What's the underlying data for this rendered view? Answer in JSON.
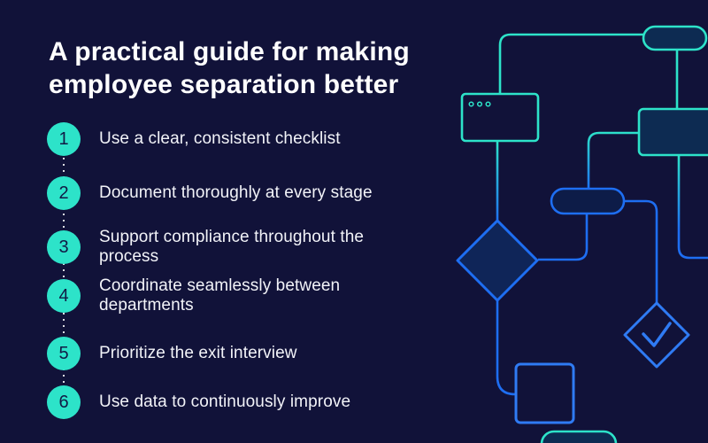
{
  "title": "A practical guide for making employee separation better",
  "steps": [
    {
      "number": "1",
      "text": "Use a clear, consistent checklist"
    },
    {
      "number": "2",
      "text": "Document thoroughly at every stage"
    },
    {
      "number": "3",
      "text": "Support compliance throughout the process"
    },
    {
      "number": "4",
      "text": "Coordinate seamlessly between departments"
    },
    {
      "number": "5",
      "text": "Prioritize the exit interview"
    },
    {
      "number": "6",
      "text": "Use data to continuously improve"
    }
  ],
  "colors": {
    "background": "#111239",
    "teal": "#2de3c9",
    "blue": "#1e6ef2",
    "blue_light": "#2f7bf4",
    "text": "#f2f3f8",
    "number_text": "#111a45",
    "node_fill_dark_blue": "#0d2b52",
    "node_fill_navy": "#0d1c48",
    "diamond_fill": "#0f2558"
  },
  "flowchart": {
    "nodes": [
      "browser-window",
      "pill-node-top",
      "process-rectangle",
      "pill-node-middle",
      "decision-diamond",
      "square-node",
      "check-diamond",
      "pill-node-bottom"
    ],
    "icons": [
      "window-dots-icon",
      "check-icon"
    ]
  }
}
